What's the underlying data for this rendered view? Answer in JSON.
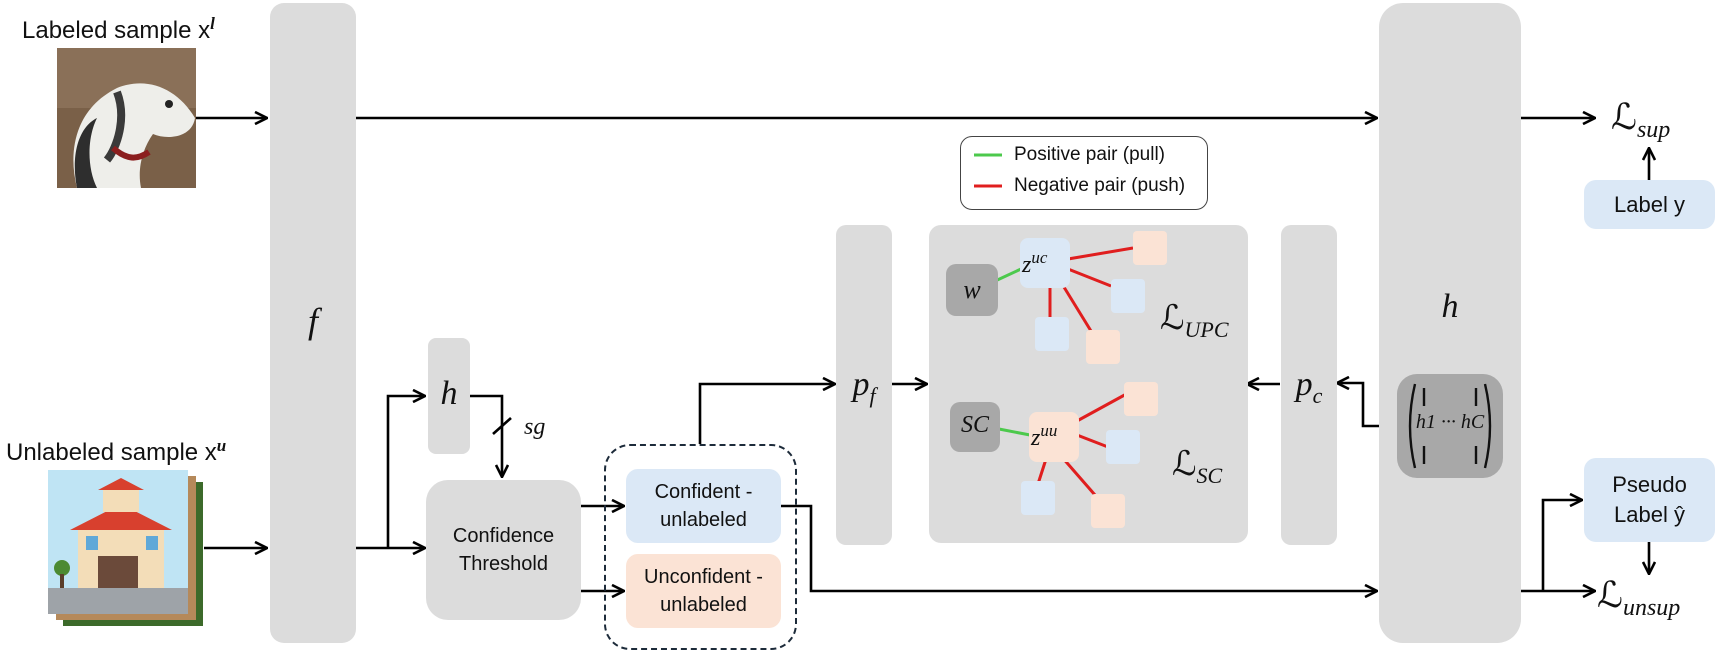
{
  "inputs": {
    "labeled_sample": "Labeled sample x",
    "labeled_sup": "l",
    "unlabeled_sample": "Unlabeled sample x",
    "unlabeled_sup": "u"
  },
  "modules": {
    "f": "f",
    "h_small": "h",
    "h_big": "h",
    "stop_grad": "sg",
    "pf_base": "p",
    "pf_sub": "f",
    "pc_base": "p",
    "pc_sub": "c",
    "w": "w",
    "sc": "SC",
    "classifier_matrix": "h1 ··· hC"
  },
  "boxes": {
    "confidence_threshold": "Confidence Threshold",
    "confident_unlabeled": "Confident -unlabeled",
    "unconfident_unlabeled": "Unconfident -unlabeled",
    "label_y": "Label y",
    "pseudo_label": "Pseudo Label ŷ"
  },
  "legend": {
    "positive": "Positive pair (pull)",
    "negative": "Negative pair (push)",
    "positive_color": "#4cc94c",
    "negative_color": "#e01e1e"
  },
  "embeddings": {
    "z_uc_base": "z",
    "z_uc_sup": "uc",
    "z_uu_base": "z",
    "z_uu_sup": "uu"
  },
  "losses": {
    "upc": "UPC",
    "sc": "SC",
    "sup": "sup",
    "unsup": "unsup",
    "script_symbol": "ℒ"
  }
}
